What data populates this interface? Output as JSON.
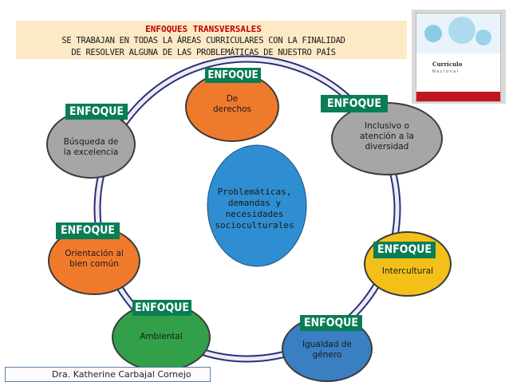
{
  "header": {
    "title": "ENFOQUES TRANSVERSALES",
    "subtitle_line1": "SE TRABAJAN EN TODAS LA ÁREAS CURRICULARES CON LA FINALIDAD",
    "subtitle_line2": "DE RESOLVER ALGUNA DE LAS PROBLEMÁTICAS DE NUESTRO PAÍS"
  },
  "book": {
    "title": "Currículo",
    "subtitle": "Nacional"
  },
  "center": {
    "lines": [
      "Problemáticas,",
      "demandas y",
      "necesidades",
      "socioculturales"
    ]
  },
  "tag_label": "ENFOQUE",
  "nodes": [
    {
      "lines": [
        "De",
        "derechos"
      ],
      "color": "#f07a2c"
    },
    {
      "lines": [
        "Inclusivo o",
        "atención a la",
        "diversidad"
      ],
      "color": "#a6a6a6"
    },
    {
      "lines": [
        "Intercultural"
      ],
      "color": "#f2c018"
    },
    {
      "lines": [
        "Igualdad de",
        "género"
      ],
      "color": "#3a7fc1"
    },
    {
      "lines": [
        "Ambiental"
      ],
      "color": "#32a04a"
    },
    {
      "lines": [
        "Orientación al",
        "bien común"
      ],
      "color": "#f07a2c"
    },
    {
      "lines": [
        "Búsqueda de",
        "la excelencia"
      ],
      "color": "#a6a6a6"
    }
  ],
  "footer": "Dra. Katherine Carbajal Cornejo",
  "colors": {
    "tag": "#0a7d55",
    "header_bg": "#fce9c6",
    "title": "#c00000",
    "center_fill": "#2f8ed1"
  }
}
